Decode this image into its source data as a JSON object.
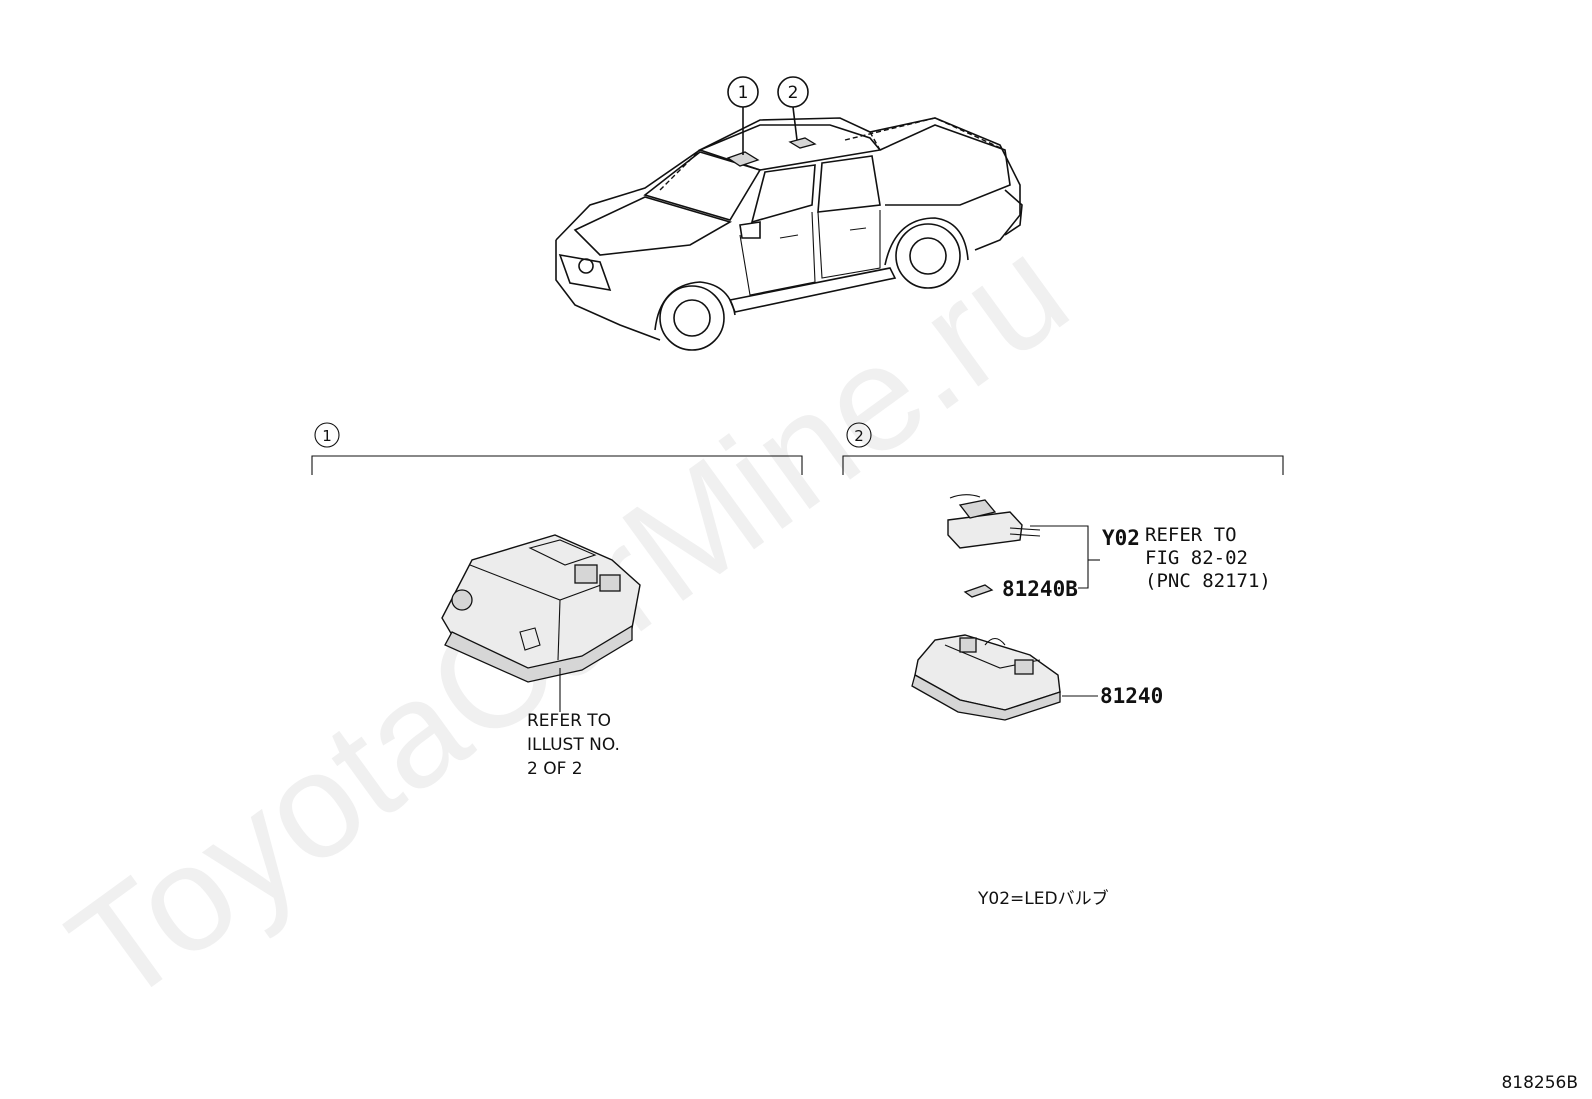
{
  "watermark": "ToyotaCarMine.ru",
  "callouts": [
    "1",
    "2"
  ],
  "sections": {
    "left": {
      "number": "1",
      "refer_line1": "REFER TO",
      "refer_line2": "ILLUST NO.",
      "refer_line3": "2 OF 2"
    },
    "right": {
      "number": "2",
      "code_y02": "Y02",
      "refer_line1": "REFER TO",
      "refer_line2": "FIG 82-02",
      "refer_line3": "(PNC 82171)",
      "part_bulb": "81240B",
      "part_lamp": "81240"
    }
  },
  "legend": "Y02=LEDバルブ",
  "figure_id": "818256B"
}
